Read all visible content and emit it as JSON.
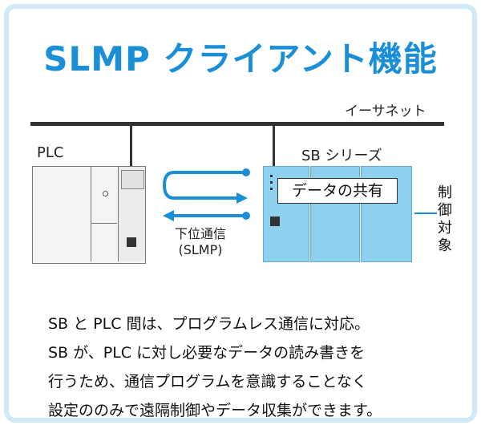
{
  "title": "SLMP クライアント機能",
  "labels": {
    "ethernet": "イーサネット",
    "plc": "PLC",
    "sb_series": "SB シリーズ",
    "data_share": "データの共有",
    "control_target": "制御対象",
    "comm_line1": "下位通信",
    "comm_line2": "(SLMP)"
  },
  "description": [
    "SB と PLC 間は、プログラムレス通信に対応。",
    "SB が、PLC に対し必要なデータの読み書きを",
    "行うため、通信プログラムを意識することなく",
    "設定ののみで遠隔制御やデータ収集ができます。"
  ],
  "colors": {
    "accent": "#1a8fd8",
    "module": "#8fd0ee",
    "frame": "#cfe9f8"
  }
}
